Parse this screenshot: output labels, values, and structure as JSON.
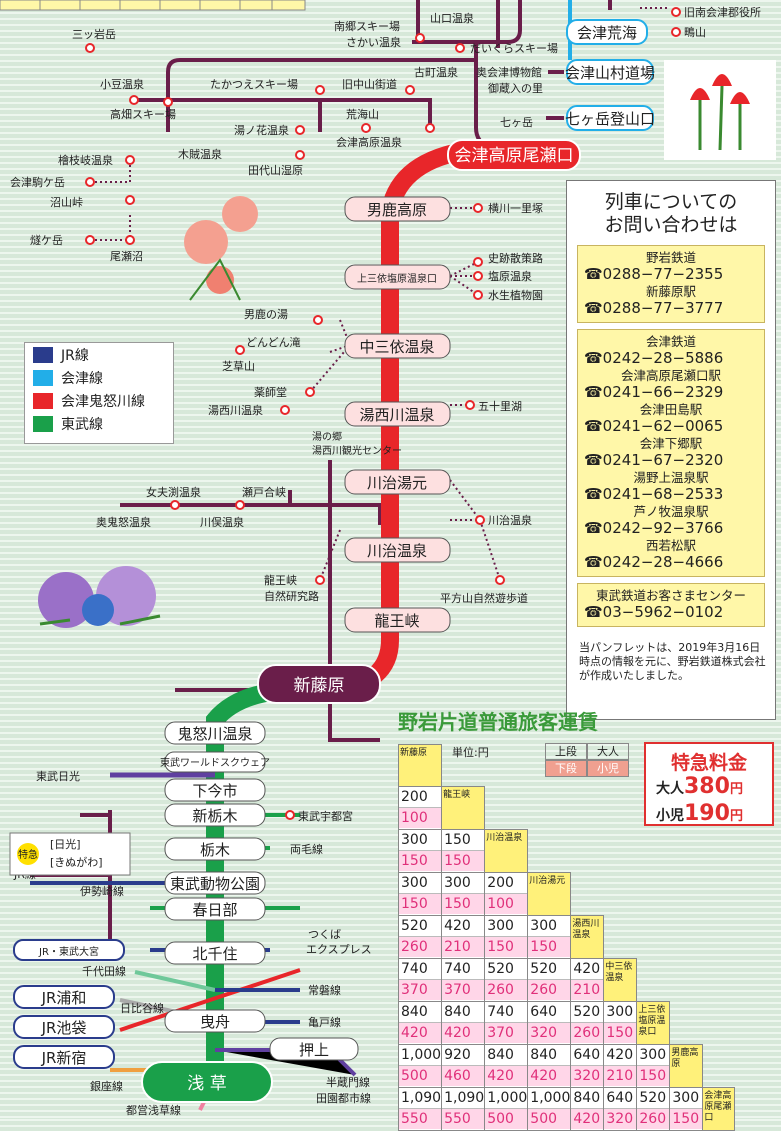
{
  "stations_main": {
    "aizu_kogen_oze": "会津高原尾瀬口",
    "oshika_kogen": "男鹿高原",
    "kami_miyori": "上三依塩原温泉口",
    "naka_miyori": "中三依温泉",
    "yunishigawa": "湯西川温泉",
    "kawaji_yumoto": "川治湯元",
    "kawaji_onsen": "川治温泉",
    "ryuokyo": "龍王峡",
    "shin_fujiwara": "新藤原",
    "kinugawa": "鬼怒川温泉",
    "tobu_world": "東武ワールドスクウェア",
    "shimoimaichi": "下今市",
    "shin_tochigi": "新栃木",
    "tochigi": "栃木",
    "tobu_zoo": "東武動物公園",
    "kasukabe": "春日部",
    "kitasenju": "北千住",
    "hikifune": "曳舟",
    "oshiage": "押上",
    "asakusa": "浅 草",
    "aizu_arakai": "会津荒海",
    "aizu_sanson": "会津山村道場",
    "nanatsugatake": "七ヶ岳登山口",
    "jr_tobu_omiya": "JR・東武大宮",
    "jr_urawa": "JR浦和",
    "jr_ikebukuro": "JR池袋",
    "jr_shinjuku": "JR新宿"
  },
  "spots": {
    "minami_gou": "南郷スキー場",
    "sakai": "さかい温泉",
    "yamaguchi": "山口温泉",
    "daikura": "だいくらスキー場",
    "kyu_minami_aizu": "旧南会津郡役所",
    "kamoyama": "鴫山",
    "mitsuiwa": "三ッ岩岳",
    "koazuki": "小豆温泉",
    "takatsue": "たかつえスキー場",
    "kyu_nakayama": "旧中山街道",
    "furumachi": "古町温泉",
    "okuaizu_museum": "奥会津博物館",
    "gozoiri": "御蔵入の里",
    "takahata": "高畑スキー場",
    "arakaiyama": "荒海山",
    "yunohana": "湯ノ花温泉",
    "kodakara": "木賊温泉",
    "aizu_kogen_onsen": "会津高原温泉",
    "nanatsugatake_spot": "七ヶ岳",
    "taishiro": "田代山湿原",
    "hinoemata": "檜枝岐温泉",
    "aizukomagatake": "会津駒ケ岳",
    "numayama": "沼山峠",
    "hiuchigatake": "燧ケ岳",
    "ozenuma": "尾瀬沼",
    "yokokawa": "横川一里塚",
    "shiseki": "史跡散策路",
    "shiobara": "塩原温泉",
    "suisei": "水生植物園",
    "oshika_yu": "男鹿の湯",
    "dondon": "どんどん滝",
    "shibakusa": "芝草山",
    "yakushido": "薬師堂",
    "yunishigawa_spot": "湯西川温泉",
    "yunosato": "湯の郷",
    "yunishigawa_center": "湯西川観光センター",
    "gojurika": "五十里湖",
    "meotobuchi": "女夫渕温泉",
    "setoai": "瀬戸合峡",
    "okukinu": "奥鬼怒温泉",
    "kawamata": "川俣温泉",
    "kawaji_spot": "川治温泉",
    "ryuokyo_research": "龍王峡",
    "ryuokyo_research2": "自然研究路",
    "heikatayama": "平方山自然遊歩道",
    "tobu_nikko": "東武日光",
    "tobu_utsunomiya": "東武宇都宮",
    "ryomo": "両毛線",
    "jr_line": "JR線",
    "isesaki": "伊勢崎線",
    "tsukuba": "つくば",
    "tsukuba2": "エクスプレス",
    "chiyoda": "千代田線",
    "joban": "常磐線",
    "hibiya": "日比谷線",
    "kameido": "亀戸線",
    "ginza": "銀座線",
    "hanzomon": "半蔵門線",
    "denentoshi": "田園都市線",
    "toei_asakusa": "都営浅草線"
  },
  "express_badge": {
    "mark": "特急",
    "line1": "[日光]",
    "line2": "[きぬがわ]"
  },
  "legend": [
    {
      "label": "JR線",
      "color": "#2a3c8c"
    },
    {
      "label": "会津線",
      "color": "#22aee8"
    },
    {
      "label": "会津鬼怒川線",
      "color": "#e8262a"
    },
    {
      "label": "東武線",
      "color": "#1aa04a"
    }
  ],
  "colors": {
    "noshiro": "#6a1e4a",
    "aizu": "#22aee8",
    "yagan": "#e8262a",
    "tobu": "#1aa04a",
    "jr": "#2a3c8c"
  },
  "inquiry": {
    "title1": "列車についての",
    "title2": "お問い合わせは",
    "box1": [
      {
        "name": "野岩鉄道",
        "phone": "☎0288−77−2355"
      },
      {
        "name": "新藤原駅",
        "phone": "☎0288−77−3777"
      }
    ],
    "box2": [
      {
        "name": "会津鉄道",
        "phone": "☎0242−28−5886"
      },
      {
        "name": "会津高原尾瀬口駅",
        "phone": "☎0241−66−2329"
      },
      {
        "name": "会津田島駅",
        "phone": "☎0241−62−0065"
      },
      {
        "name": "会津下郷駅",
        "phone": "☎0241−67−2320"
      },
      {
        "name": "湯野上温泉駅",
        "phone": "☎0241−68−2533"
      },
      {
        "name": "芦ノ牧温泉駅",
        "phone": "☎0242−92−3766"
      },
      {
        "name": "西若松駅",
        "phone": "☎0242−28−4666"
      }
    ],
    "box3": [
      {
        "name": "東武鉄道お客さまセンター",
        "phone": "☎03−5962−0102"
      }
    ],
    "note": "当パンフレットは、2019年3月16日時点の情報を元に、野岩鉄道株式会社が作成いたしました。"
  },
  "fare": {
    "title": "野岩片道普通旅客運賃",
    "unit": "単位:円",
    "upper": "上段",
    "lower": "下段",
    "adult": "大人",
    "child": "小児",
    "stations": [
      "新藤原",
      "龍王峡",
      "川治温泉",
      "川治湯元",
      "湯西川温泉",
      "中三依温泉",
      "上三依塩原温泉口",
      "男鹿高原",
      "会津高原尾瀬口"
    ],
    "rows": [
      [
        [
          "200",
          "100"
        ]
      ],
      [
        [
          "300",
          "150"
        ],
        [
          "150",
          "150"
        ]
      ],
      [
        [
          "300",
          "150"
        ],
        [
          "300",
          "150"
        ],
        [
          "200",
          "100"
        ]
      ],
      [
        [
          "520",
          "260"
        ],
        [
          "420",
          "210"
        ],
        [
          "300",
          "150"
        ],
        [
          "300",
          "150"
        ]
      ],
      [
        [
          "740",
          "370"
        ],
        [
          "740",
          "370"
        ],
        [
          "520",
          "260"
        ],
        [
          "520",
          "260"
        ],
        [
          "420",
          "210"
        ]
      ],
      [
        [
          "840",
          "420"
        ],
        [
          "840",
          "420"
        ],
        [
          "740",
          "370"
        ],
        [
          "640",
          "320"
        ],
        [
          "520",
          "260"
        ],
        [
          "300",
          "150"
        ]
      ],
      [
        [
          "1,000",
          "500"
        ],
        [
          "920",
          "460"
        ],
        [
          "840",
          "420"
        ],
        [
          "840",
          "420"
        ],
        [
          "640",
          "320"
        ],
        [
          "420",
          "210"
        ],
        [
          "300",
          "150"
        ]
      ],
      [
        [
          "1,090",
          "550"
        ],
        [
          "1,090",
          "550"
        ],
        [
          "1,000",
          "500"
        ],
        [
          "1,000",
          "500"
        ],
        [
          "840",
          "420"
        ],
        [
          "640",
          "320"
        ],
        [
          "520",
          "260"
        ],
        [
          "300",
          "150"
        ]
      ]
    ]
  },
  "express": {
    "title": "特急料金",
    "adult_label": "大人",
    "adult": "380",
    "child_label": "小児",
    "child": "190",
    "yen": "円"
  }
}
